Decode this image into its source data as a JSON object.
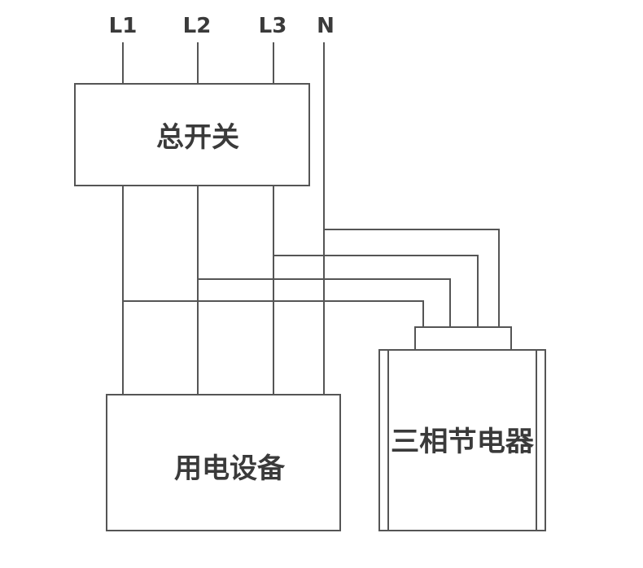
{
  "terminals": {
    "l1": "L1",
    "l2": "L2",
    "l3": "L3",
    "n": "N"
  },
  "main_switch": {
    "label": "总开关"
  },
  "load": {
    "label": "用电设备"
  },
  "saver": {
    "label": "三相节电器"
  },
  "colors": {
    "line": "#555555",
    "text": "#3a3a3a",
    "background": "#ffffff"
  }
}
